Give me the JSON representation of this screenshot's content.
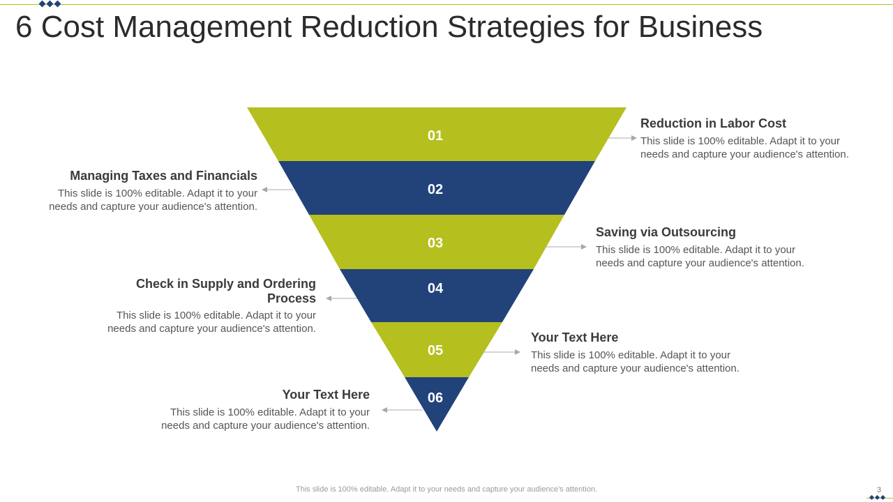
{
  "title": "6 Cost Management Reduction Strategies for Business",
  "colors": {
    "green": "#b5bf1e",
    "navy": "#22427a",
    "arrow": "#a8a8a8"
  },
  "funnel": {
    "levels": [
      {
        "number": "01",
        "color": "green"
      },
      {
        "number": "02",
        "color": "navy"
      },
      {
        "number": "03",
        "color": "green"
      },
      {
        "number": "04",
        "color": "navy"
      },
      {
        "number": "05",
        "color": "green"
      },
      {
        "number": "06",
        "color": "navy"
      }
    ]
  },
  "callouts": [
    {
      "side": "right",
      "heading": "Reduction in Labor Cost",
      "text": "This slide is 100% editable. Adapt it to your needs and capture your audience's attention."
    },
    {
      "side": "left",
      "heading": "Managing Taxes and Financials",
      "text": "This slide is 100% editable. Adapt it to your needs and capture your audience's attention."
    },
    {
      "side": "right",
      "heading": "Saving via Outsourcing",
      "text": "This slide is 100% editable. Adapt it to your needs and capture your audience's attention."
    },
    {
      "side": "left",
      "heading": "Check in Supply and Ordering Process",
      "text": "This slide is 100% editable. Adapt it to your needs and capture your audience's attention."
    },
    {
      "side": "right",
      "heading": "Your Text Here",
      "text": "This slide is 100% editable. Adapt it to your needs and capture your audience's attention."
    },
    {
      "side": "left",
      "heading": "Your Text Here",
      "text": "This slide is 100% editable. Adapt it to your needs and capture your audience's attention."
    }
  ],
  "footer": "This slide is 100% editable. Adapt it to your needs and capture your audience's attention.",
  "page_number": "3"
}
